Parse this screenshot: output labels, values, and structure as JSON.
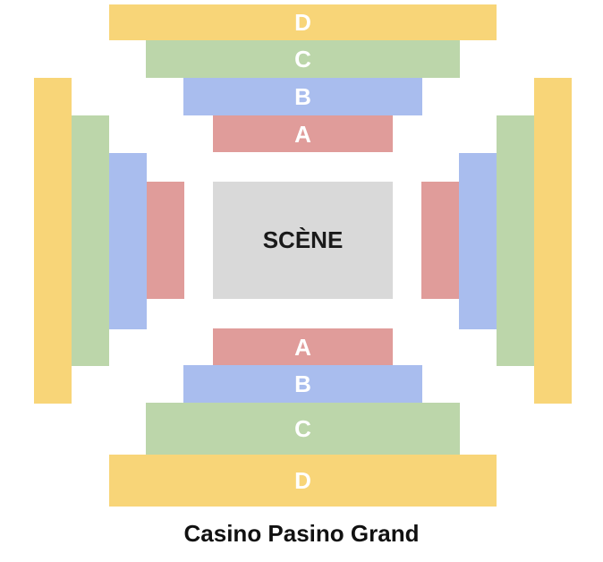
{
  "colors": {
    "A": "#e09c9a",
    "B": "#a9bdee",
    "C": "#bcd6aa",
    "D": "#f8d578",
    "stage": "#d9d9d9"
  },
  "stage": {
    "label": "SCÈNE"
  },
  "sections": {
    "top": {
      "A": "A",
      "B": "B",
      "C": "C",
      "D": "D"
    },
    "bottom": {
      "A": "A",
      "B": "B",
      "C": "C",
      "D": "D"
    }
  },
  "venue": {
    "name": "Casino Pasino Grand"
  }
}
